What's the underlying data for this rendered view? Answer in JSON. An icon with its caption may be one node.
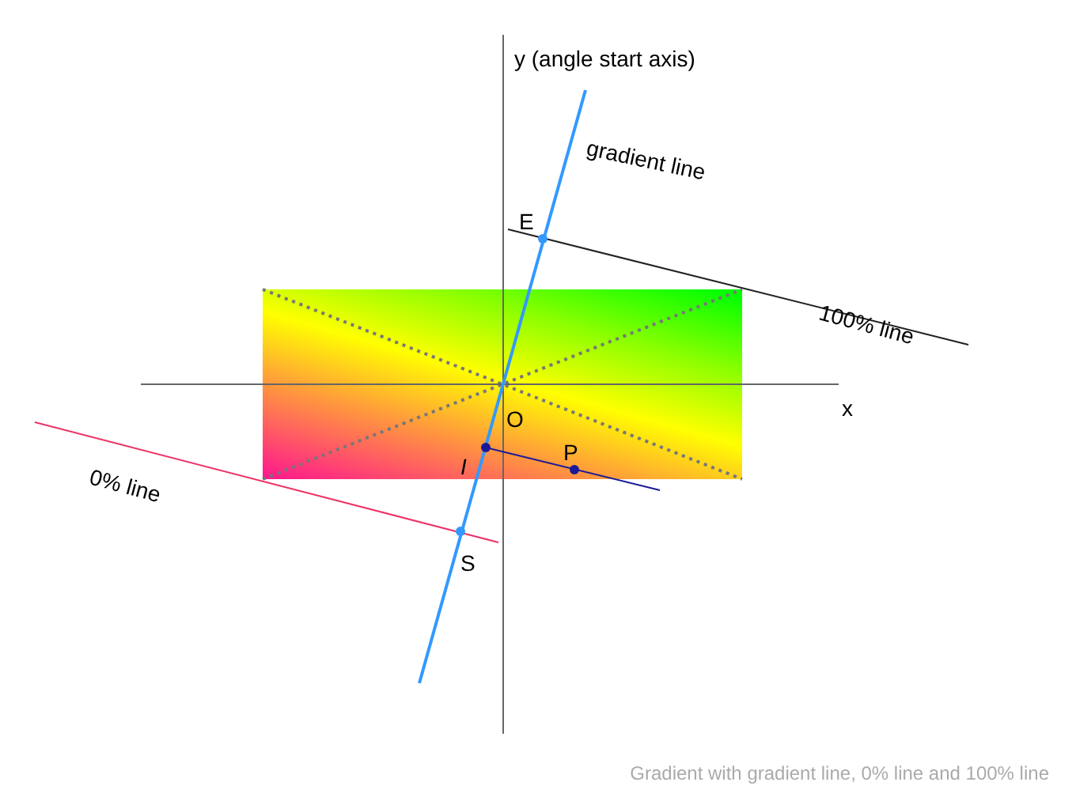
{
  "diagram": {
    "caption": "Gradient with gradient line, 0% line and 100% line",
    "labels": [
      "y (angle start axis)",
      "gradient line",
      "E",
      "100% line",
      "x",
      "O",
      "0% line",
      "I",
      "P",
      "S"
    ]
  }
}
